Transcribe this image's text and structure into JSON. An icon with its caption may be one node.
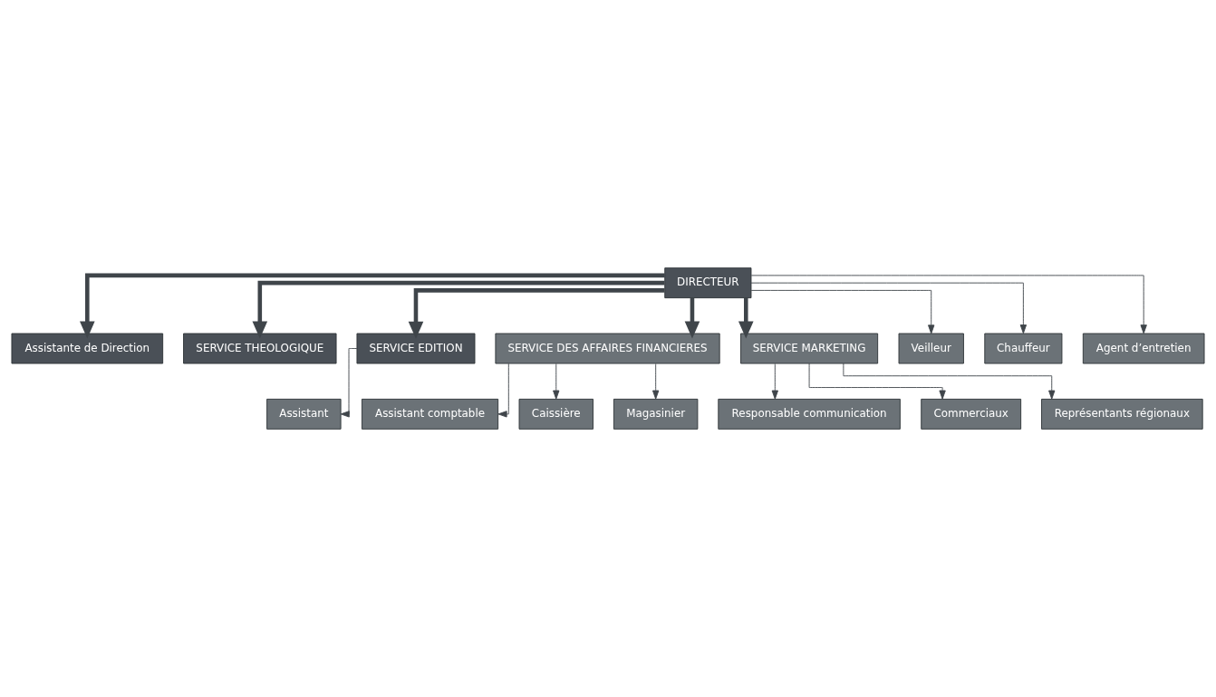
{
  "diagram": {
    "nodes": [
      {
        "text": [
          "DIRECTEUR"
        ]
      },
      {
        "text": [
          "Assistante de Direction"
        ]
      },
      {
        "text": [
          "SERVICE THEOLOGIQUE"
        ]
      },
      {
        "text": [
          "SERVICE EDITION"
        ]
      },
      {
        "text": [
          "SERVICE DES AFFAIRES FINANCIERES"
        ]
      },
      {
        "text": [
          "SERVICE MARKETING"
        ]
      },
      {
        "text": [
          "Assistant"
        ]
      },
      {
        "text": [
          "Assistant comptable"
        ]
      },
      {
        "text": [
          "Caissière"
        ]
      },
      {
        "text": [
          "Magasinier"
        ]
      },
      {
        "text": [
          "Responsable communication"
        ]
      },
      {
        "text": [
          "Commerciaux"
        ]
      },
      {
        "text": [
          "Représentants régionaux"
        ]
      },
      {
        "text": [
          "Veilleur"
        ]
      },
      {
        "text": [
          "Chauffeur"
        ]
      },
      {
        "text": [
          "Agent d’entretien"
        ]
      }
    ],
    "edges": [
      {
        "from": 0,
        "to": 1,
        "arrow": "to",
        "style": "thick"
      },
      {
        "from": 0,
        "to": 2,
        "arrow": "to",
        "style": "thick"
      },
      {
        "from": 0,
        "to": 3,
        "arrow": "to",
        "style": "thick"
      },
      {
        "from": 0,
        "to": 4,
        "arrow": "to",
        "style": "thick"
      },
      {
        "from": 0,
        "to": 5,
        "arrow": "to",
        "style": "thick"
      },
      {
        "from": 0,
        "to": 13,
        "arrow": "to"
      },
      {
        "from": 0,
        "to": 14,
        "arrow": "to"
      },
      {
        "from": 0,
        "to": 15,
        "arrow": "to"
      },
      {
        "from": 3,
        "to": 6,
        "arrow": "to"
      },
      {
        "from": 4,
        "to": 7,
        "arrow": "to"
      },
      {
        "from": 4,
        "to": 8,
        "arrow": "to"
      },
      {
        "from": 4,
        "to": 9,
        "arrow": "to"
      },
      {
        "from": 5,
        "to": 10,
        "arrow": "to"
      },
      {
        "from": 5,
        "to": 11,
        "arrow": "to"
      },
      {
        "from": 5,
        "to": 12,
        "arrow": "to"
      }
    ]
  }
}
